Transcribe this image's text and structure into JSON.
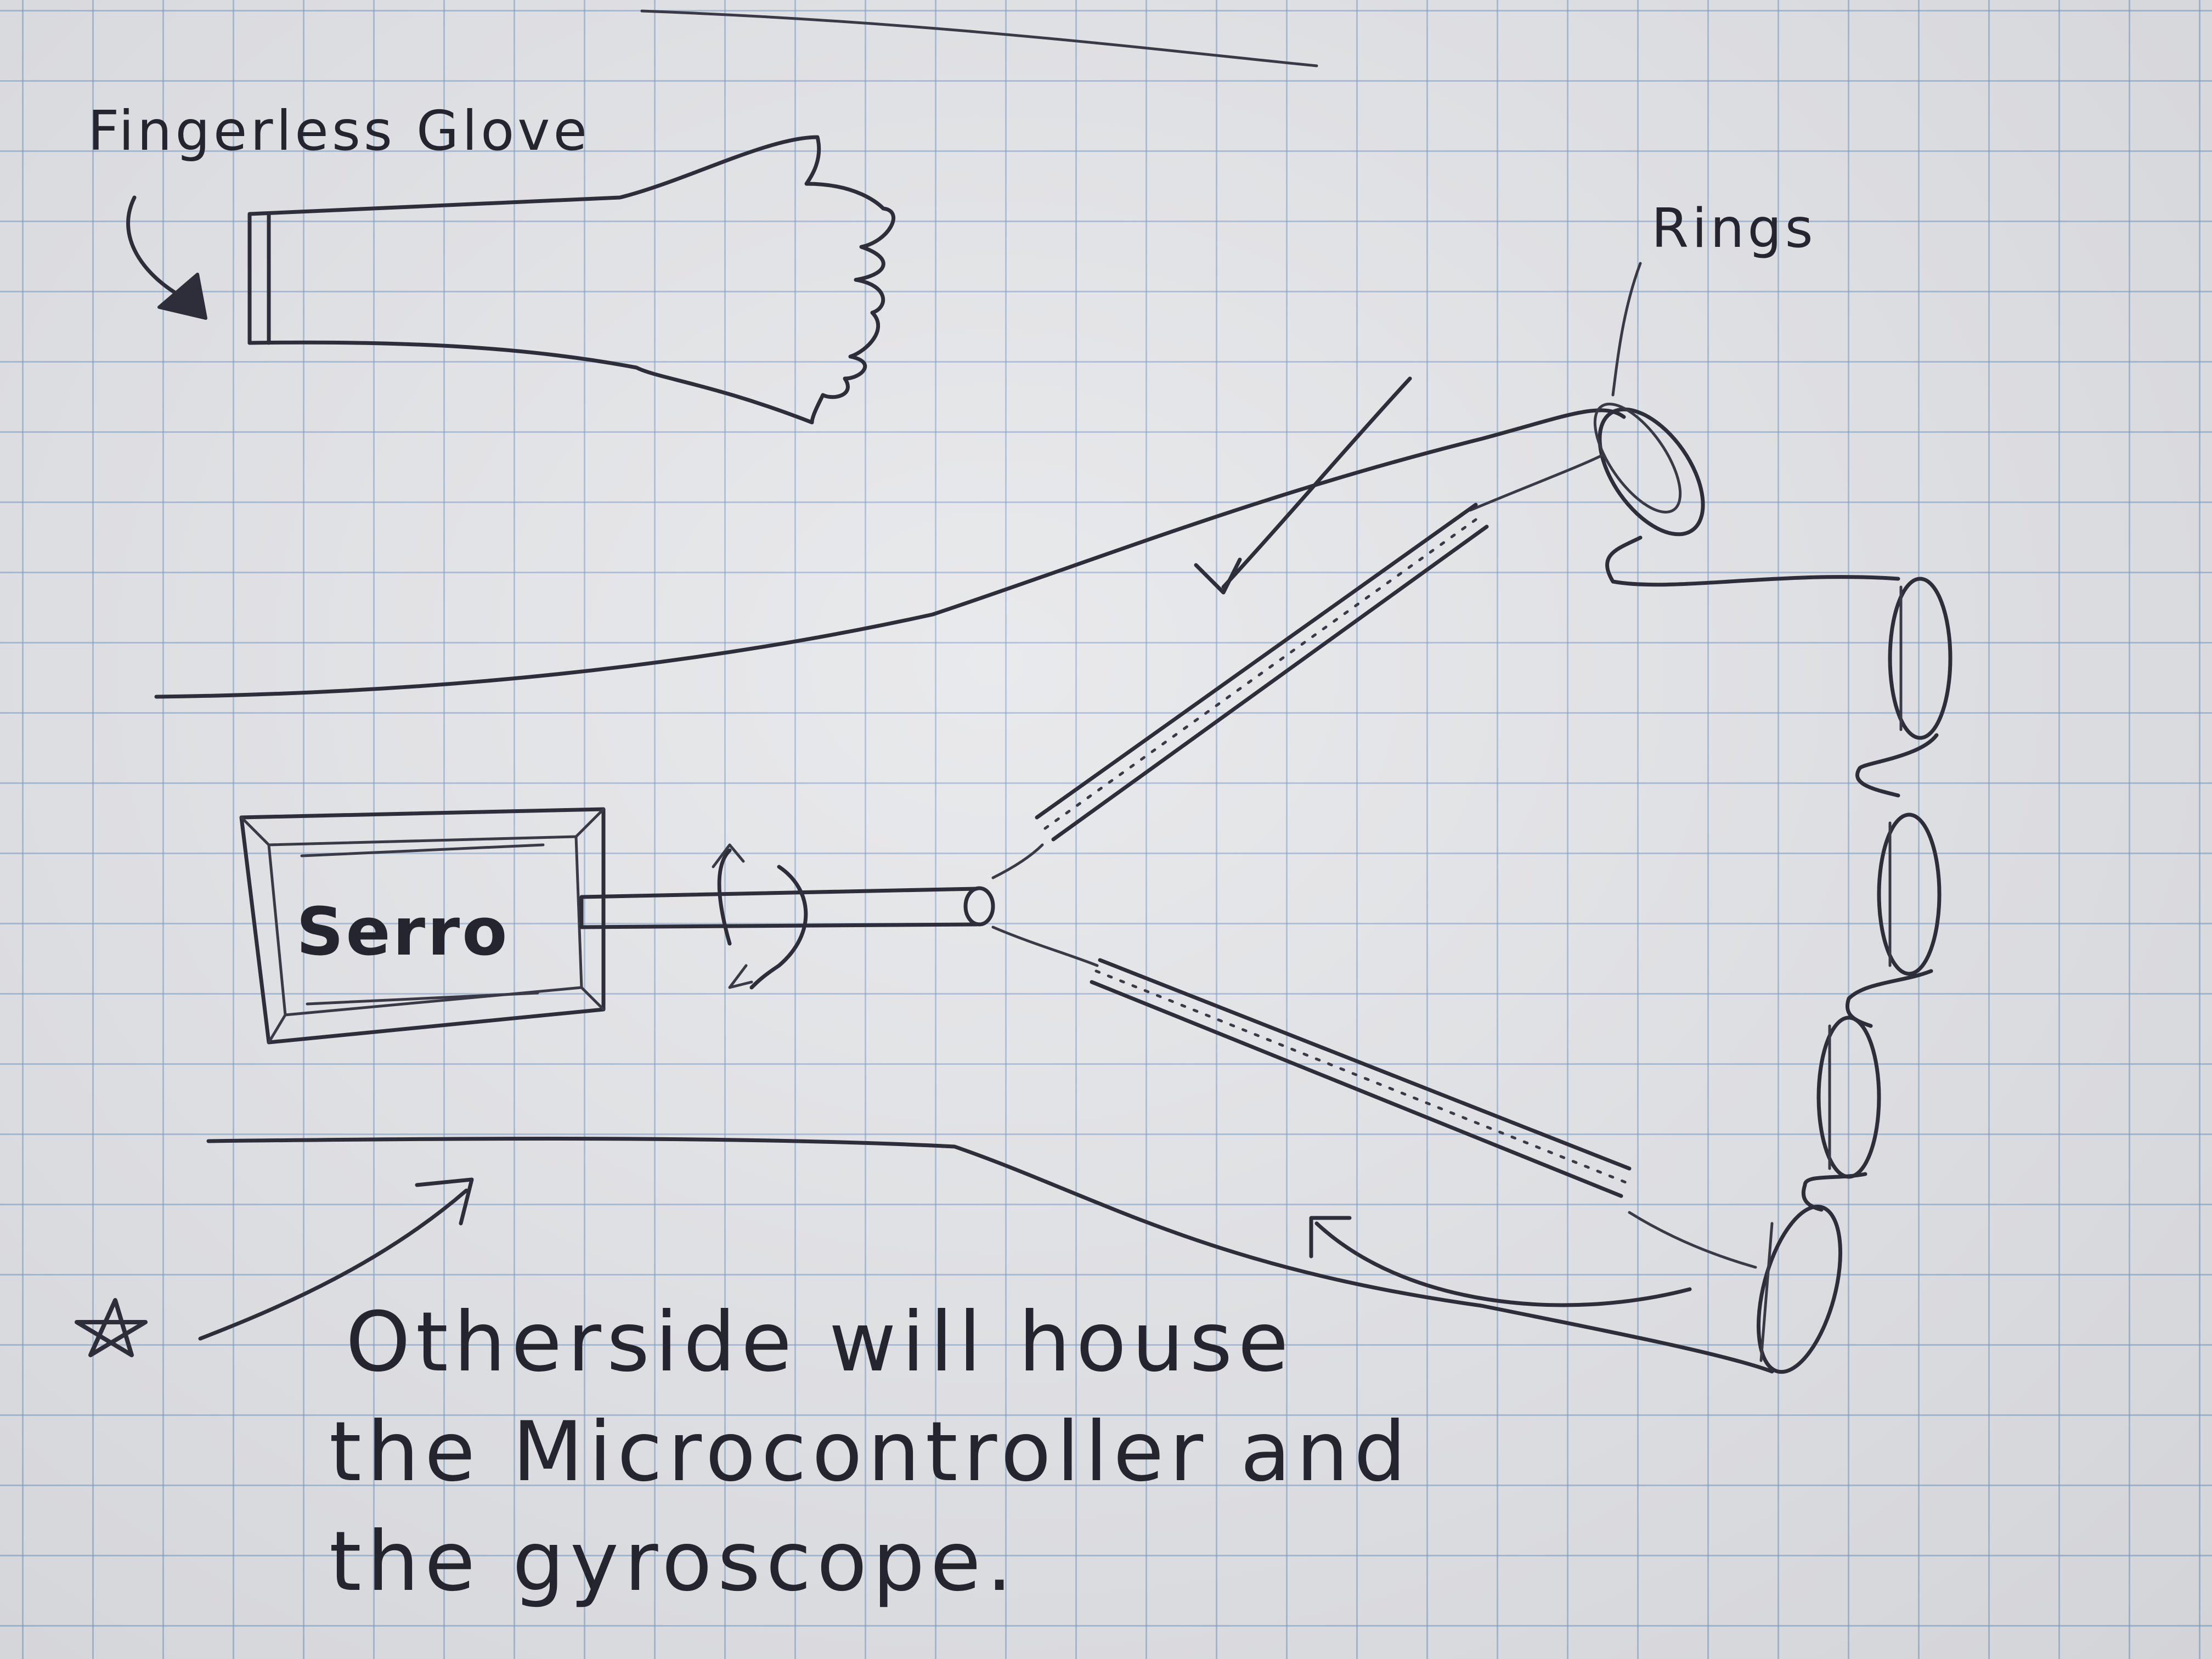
{
  "labels": {
    "glove": "Fingerless Glove",
    "rings": "Rings",
    "servo": "Serro",
    "note_line1": "Otherside will house",
    "note_line2": "the Microcontroller and",
    "note_line3": "the gyroscope."
  },
  "icons": {
    "star": "star-icon"
  },
  "colors": {
    "ink": "#2e2e3a",
    "paper": "#e4e5e8",
    "grid": "#7896b9"
  }
}
